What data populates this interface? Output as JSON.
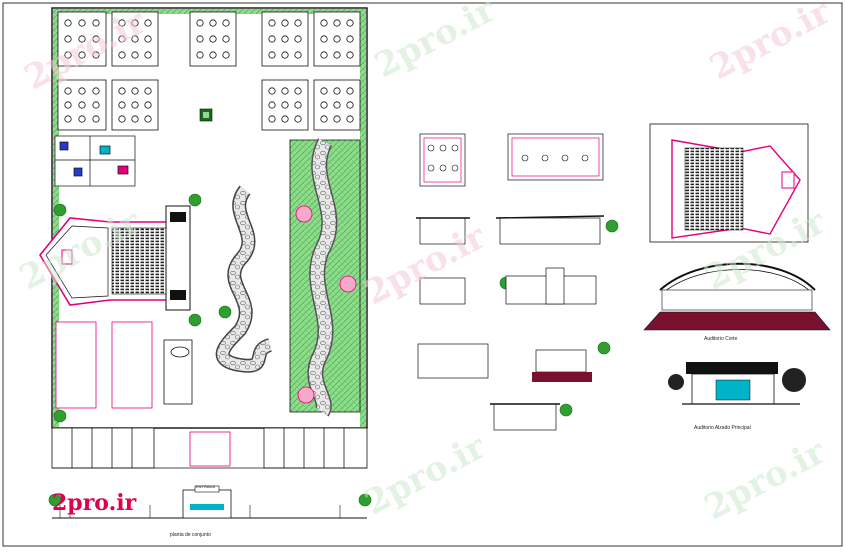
{
  "watermark": {
    "text": "2pro.ir"
  },
  "logo": {
    "text": "2pro.ir",
    "color": "#e0004d"
  },
  "labels": {
    "site_plan": "planta de conjunto",
    "auditorio_corte": "Auditorio Corte",
    "auditorio_alzado": "Auditorio Alzado Principal",
    "entrance_sign": "ENTRADA"
  },
  "colors": {
    "outline": "#111111",
    "wall_magenta": "#e4007c",
    "landscape_green": "#6fd46f",
    "accent_cyan": "#00b3c7",
    "accent_blue": "#2838c8",
    "stone_gray": "#9a9a9a",
    "tree_green": "#2fa02f",
    "ground_maroon": "#7a1030"
  },
  "icons": [
    "cad-drawing-icon",
    "tree-icon",
    "umbrella-icon"
  ]
}
